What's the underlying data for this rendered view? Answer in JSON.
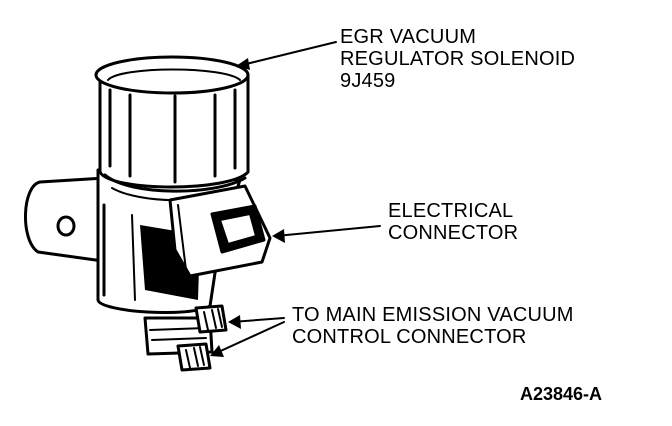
{
  "labels": {
    "solenoid": {
      "line1": "EGR VACUUM",
      "line2": "REGULATOR SOLENOID",
      "line3": "9J459"
    },
    "electrical": {
      "line1": "ELECTRICAL",
      "line2": "CONNECTOR"
    },
    "vacuum": {
      "line1": "TO MAIN EMISSION VACUUM",
      "line2": "CONTROL CONNECTOR"
    }
  },
  "figure_id": "A23846-A"
}
